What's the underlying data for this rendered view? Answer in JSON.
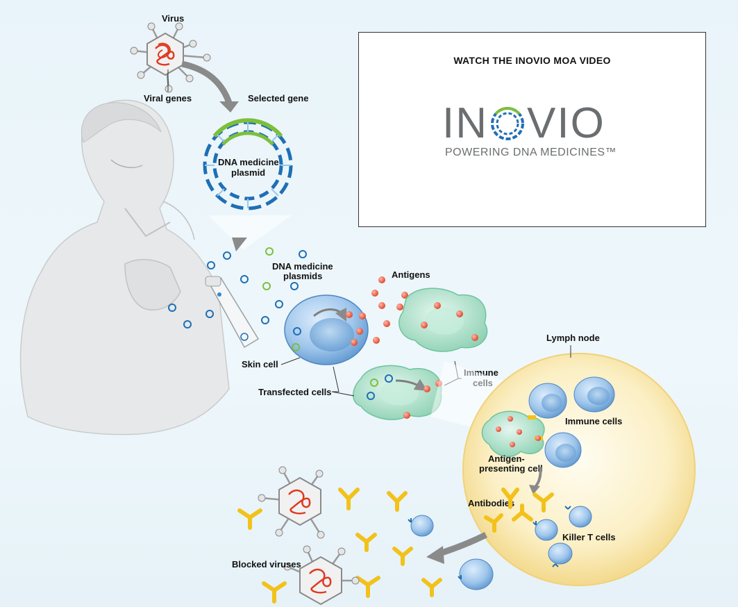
{
  "labels": {
    "virus": "Virus",
    "viral_genes": "Viral genes",
    "selected_gene": "Selected gene",
    "dna_plasmid_line1": "DNA medicine",
    "dna_plasmid_line2": "plasmid",
    "dna_plasmids_line1": "DNA medicine",
    "dna_plasmids_line2": "plasmids",
    "antigens": "Antigens",
    "skin_cell": "Skin cell",
    "immune_cells_line1": "Immune",
    "immune_cells_line2": "cells",
    "transfected_cells": "Transfected cells",
    "lymph_node": "Lymph node",
    "immune_cells_node": "Immune cells",
    "apc_line1": "Antigen-",
    "apc_line2": "presenting cell",
    "antibodies": "Antibodies",
    "killer_t_cells": "Killer T cells",
    "blocked_viruses": "Blocked viruses"
  },
  "video": {
    "title": "WATCH THE INOVIO MOA VIDEO",
    "logo_left": "IN",
    "logo_right": "VIO",
    "logo_tagline": "POWERING DNA MEDICINES™"
  },
  "colors": {
    "dna_blue": "#1e6fb5",
    "dna_green": "#7cbf3c",
    "antigen_red": "#e8523a",
    "cell_blue": "#7fb2e0",
    "immune_green": "#9fdcc4",
    "lymph_yellow": "#f7e3a0",
    "antibody_yellow": "#f2c21b",
    "arrow_gray": "#8a8a8a"
  }
}
